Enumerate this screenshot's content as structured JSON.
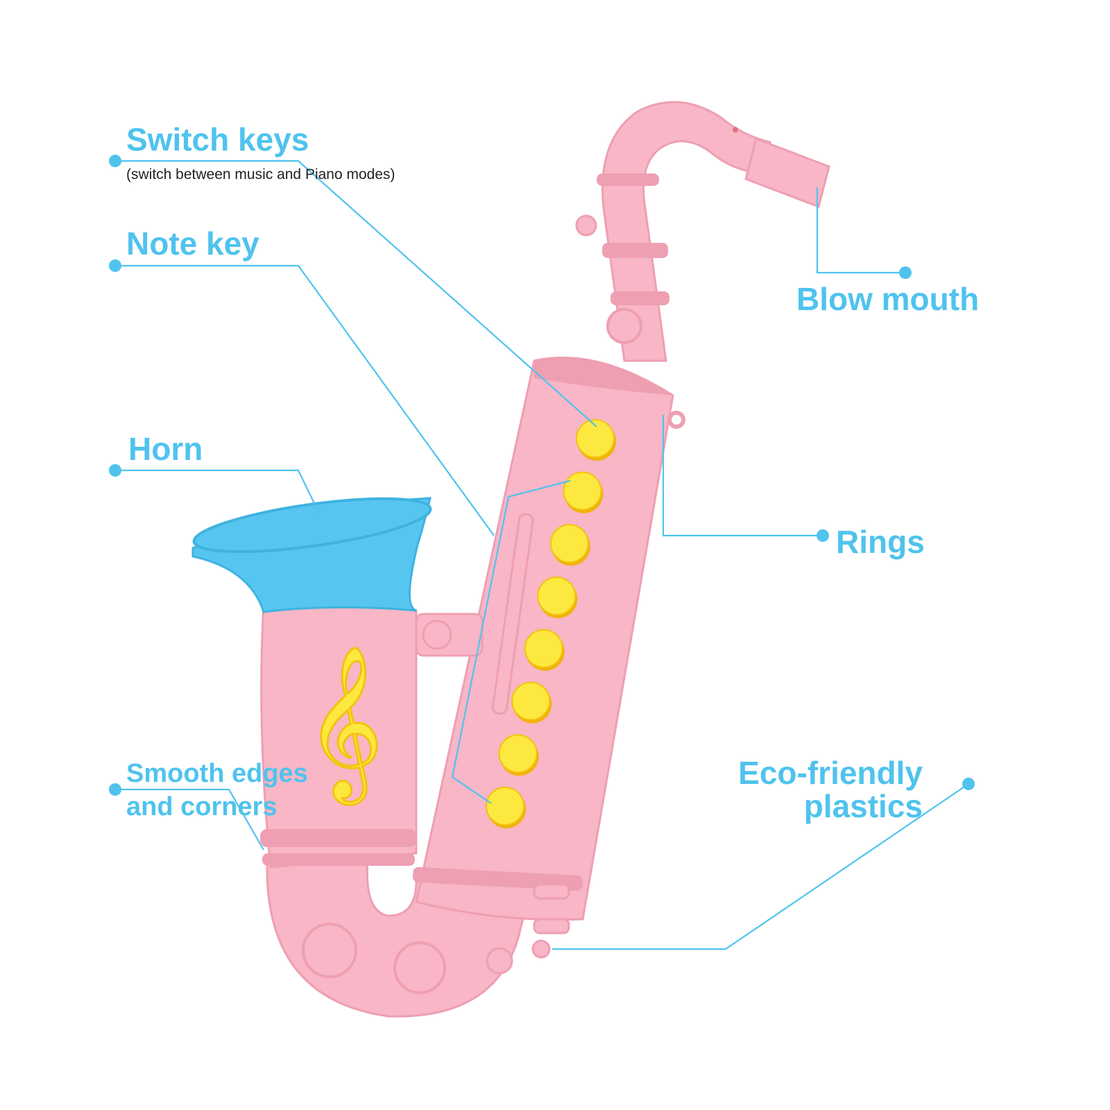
{
  "accent_color": "#4fc3ee",
  "saxophone": {
    "body_color": "#f8b6c6",
    "shade_color": "#ee9fb2",
    "bell_color": "#56c6f0",
    "key_color": "#fde840",
    "treble_clef_icon": "treble-clef-icon",
    "note_key_count": 8
  },
  "callouts": {
    "switch_keys": {
      "title": "Switch keys",
      "subtitle": "(switch between music and Piano modes)"
    },
    "note_key": {
      "title": "Note key"
    },
    "horn": {
      "title": "Horn"
    },
    "smooth": {
      "line1": "Smooth edges",
      "line2": "and corners"
    },
    "blow_mouth": {
      "title": "Blow mouth"
    },
    "rings": {
      "title": "Rings"
    },
    "eco": {
      "line1": "Eco-friendly",
      "line2": "plastics"
    }
  }
}
